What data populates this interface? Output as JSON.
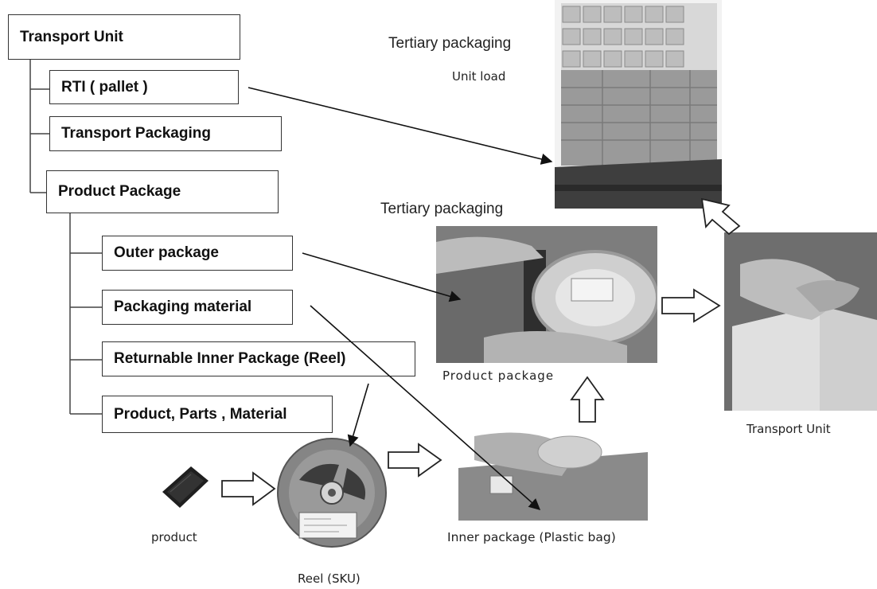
{
  "tree": {
    "transport_unit": "Transport Unit",
    "rti_pallet": "RTI (  pallet  )",
    "transport_packaging": "Transport Packaging",
    "product_package": "Product Package",
    "outer_package": "Outer package",
    "packaging_material": "Packaging material",
    "returnable_inner_package": "Returnable Inner Package (Reel)",
    "product_parts_material": "Product, Parts , Material"
  },
  "labels": {
    "tertiary_packaging_top": "Tertiary packaging",
    "unit_load": "Unit load",
    "tertiary_packaging_mid": "Tertiary packaging",
    "product_package_photo": "Product  package",
    "transport_unit_photo": "Transport Unit",
    "product": "product",
    "reel_sku": "Reel (SKU)",
    "inner_package": "Inner package (Plastic bag)"
  }
}
